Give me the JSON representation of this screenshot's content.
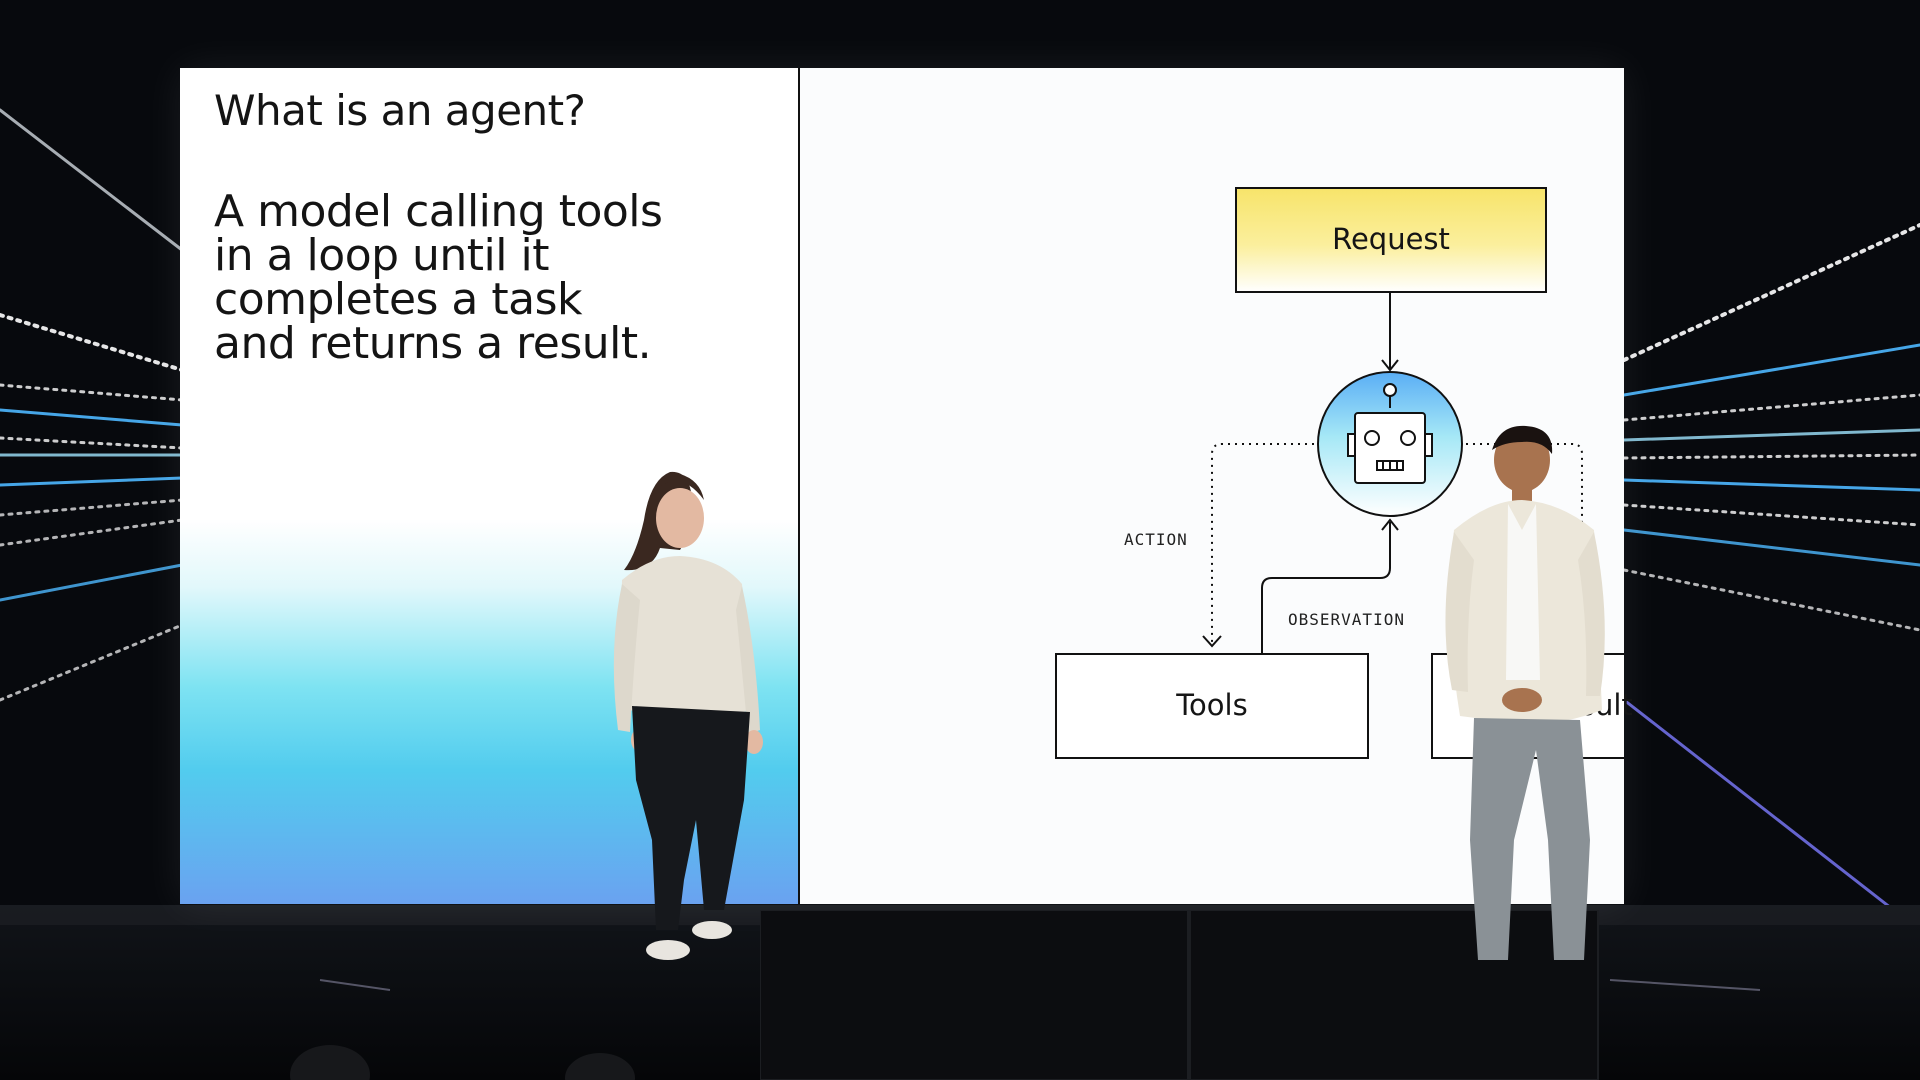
{
  "slide": {
    "heading": "What is an agent?",
    "body_lines": [
      "A model calling tools",
      "in a loop until it",
      "completes a task",
      "and returns a result."
    ]
  },
  "diagram": {
    "nodes": {
      "request": "Request",
      "tools": "Tools",
      "result": "Result"
    },
    "edges": {
      "action": "ACTION",
      "observation": "OBSERVATION"
    }
  },
  "colors": {
    "stage": "#07090d",
    "request_gradient_top": "#f7e46a",
    "request_gradient_bottom": "#ffffff",
    "agent_gradient_top": "#5aaef5",
    "agent_gradient_bottom": "#ffffff",
    "panel_gradient_bottom": "#6aa2f0"
  },
  "icons": {
    "agent": "robot-icon"
  }
}
